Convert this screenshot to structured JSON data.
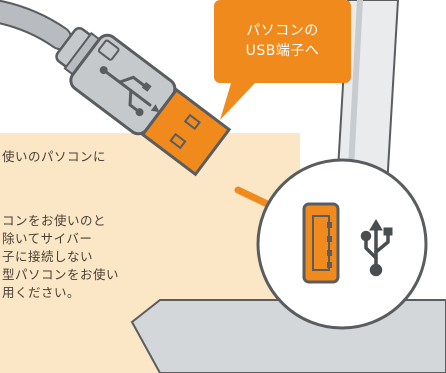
{
  "callout": {
    "line1": "パソコンの",
    "line2": "USB端子へ"
  },
  "note": {
    "lines": [
      "使いのパソコンに",
      "",
      "コンをお使いのと",
      "除いてサイバー",
      "子に接続しない",
      "型パソコンをお使い",
      "用ください。"
    ]
  },
  "icons": {
    "plug": "usb-plug-icon",
    "port": "usb-port-icon",
    "symbol": "usb-trident-icon",
    "arrow": "arrow-icon"
  },
  "colors": {
    "accent": "#f08a1c",
    "note_bg": "#fbe6c6",
    "cable_gray": "#b8bcc0",
    "outline": "#5a5d60",
    "panel_gray": "#c9cccf"
  }
}
